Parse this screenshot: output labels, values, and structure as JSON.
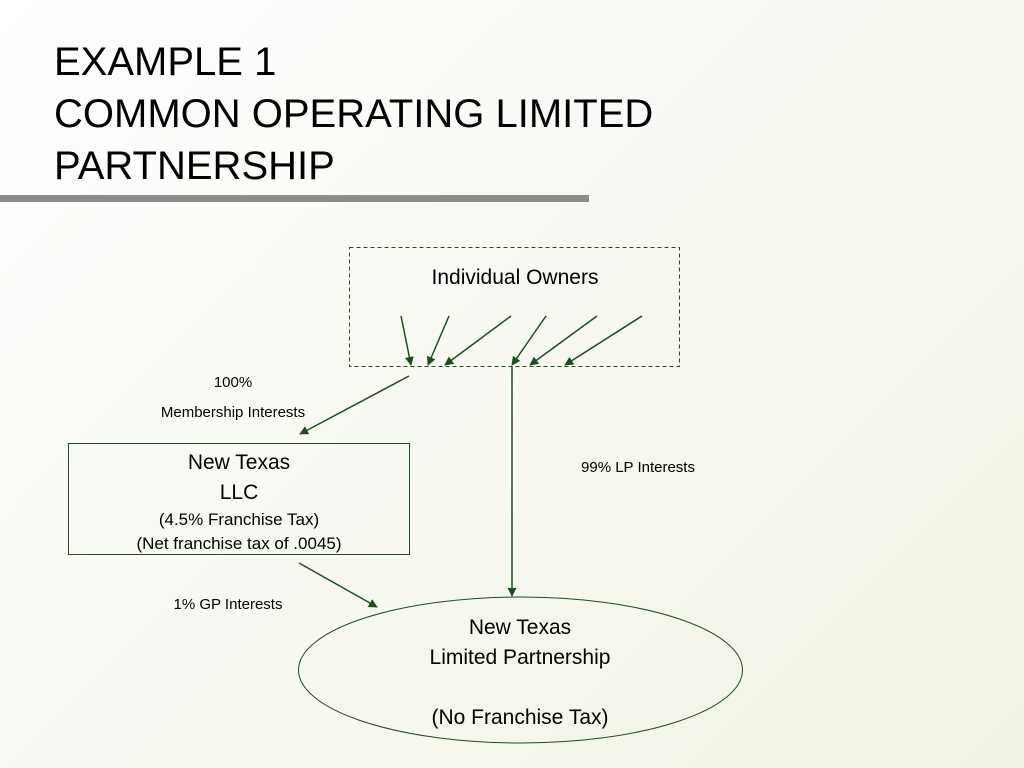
{
  "title": {
    "line1": "EXAMPLE 1",
    "line2": "COMMON OPERATING LIMITED",
    "line3": "PARTNERSHIP"
  },
  "owners": {
    "label": "Individual Owners"
  },
  "llc": {
    "line1": "New Texas",
    "line2": "LLC",
    "line3": "(4.5% Franchise Tax)",
    "line4": "(Net franchise tax of .0045)"
  },
  "partnership": {
    "line1": "New Texas",
    "line2": "Limited Partnership",
    "line3": "(No Franchise Tax)"
  },
  "edges": {
    "membership_pct": "100%",
    "membership_label": "Membership Interests",
    "lp_label": "99% LP Interests",
    "gp_label": "1% GP Interests"
  },
  "colors": {
    "line": "#1e4d1e",
    "rule": "#8c8c8c"
  }
}
